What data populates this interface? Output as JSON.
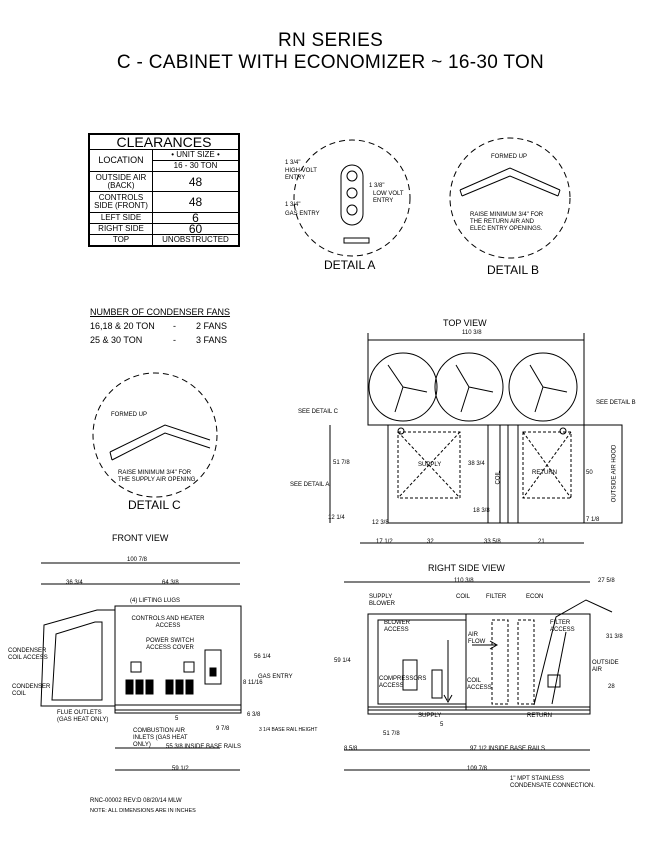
{
  "header": {
    "line1": "RN SERIES",
    "line2": "C - CABINET WITH ECONOMIZER  ~  16-30 TON"
  },
  "clearances": {
    "title": "CLEARANCES",
    "col_location": "LOCATION",
    "col_unit_size": "• UNIT SIZE •",
    "col_range": "16 - 30 TON",
    "rows": [
      {
        "location": "OUTSIDE AIR (BACK)",
        "value": "48"
      },
      {
        "location": "CONTROLS SIDE (FRONT)",
        "value": "48"
      },
      {
        "location": "LEFT SIDE",
        "value": "6"
      },
      {
        "location": "RIGHT SIDE",
        "value": "60"
      },
      {
        "location": "TOP",
        "value": "UNOBSTRUCTED"
      }
    ]
  },
  "detail_a": {
    "label": "DETAIL A",
    "high_volt": "HIGH VOLT ENTRY",
    "low_volt": "LOW VOLT ENTRY",
    "gas": "GAS ENTRY",
    "dim1": "1 3/4\"",
    "dim2": "1 3/8\"",
    "dim3": "1 3/4\""
  },
  "detail_b": {
    "label": "DETAIL B",
    "formed_up": "FORMED UP",
    "note": "RAISE MINIMUM 3/4\" FOR THE RETURN AIR AND ELEC ENTRY OPENINGS."
  },
  "detail_c": {
    "label": "DETAIL C",
    "formed_up": "FORMED UP",
    "note": "RAISE MINIMUM 3/4\" FOR THE SUPPLY AIR OPENING"
  },
  "condenser_fans": {
    "heading": "NUMBER OF CONDENSER FANS",
    "rows": [
      {
        "size": "16,18 & 20 TON",
        "dash": "-",
        "fans": "2 FANS"
      },
      {
        "size": "25 & 30 TON",
        "dash": "-",
        "fans": "3 FANS"
      }
    ]
  },
  "top_view": {
    "title": "TOP VIEW",
    "width": "110 3/8",
    "see_detail_c": "SEE DETAIL C",
    "see_detail_a": "SEE DETAIL A",
    "see_detail_b": "SEE DETAIL B",
    "supply": "SUPPLY",
    "return": "RETURN",
    "coil": "COIL",
    "outside_air_hood": "OUTSIDE AIR HOOD",
    "d51": "51 7/8",
    "d38": "38 3/4",
    "d50": "50",
    "d18": "18 3/8",
    "d12a": "12 1/4",
    "d12b": "12 3/8",
    "d7": "7 1/8",
    "d17": "17 1/2",
    "d32": "32",
    "d33": "33 5/8",
    "d21": "21"
  },
  "front_view": {
    "title": "FRONT VIEW",
    "width": "100 7/8",
    "d36": "36 3/4",
    "d64": "64 3/8",
    "lifting": "(4) LIFTING LUGS",
    "controls": "CONTROLS AND HEATER ACCESS",
    "power": "POWER SWITCH ACCESS COVER",
    "condenser_access": "CONDENSER COIL ACCESS",
    "condenser_coil": "CONDENSER COIL",
    "flue": "FLUE OUTLETS (GAS HEAT ONLY)",
    "combustion": "COMBUSTION AIR INLETS (GAS HEAT ONLY)",
    "gas_entry": "GAS ENTRY",
    "d56": "56 1/4",
    "d8": "8 11/16",
    "d5": "5",
    "d6": "6 3/8",
    "d9": "9 7/8",
    "base_hgt": "3 1/4 BASE RAIL HEIGHT",
    "inside": "55 3/8 INSIDE BASE RAILS",
    "d59": "59 1/2"
  },
  "right_view": {
    "title": "RIGHT SIDE VIEW",
    "width": "110 3/8",
    "d27": "27 5/8",
    "supply_blower": "SUPPLY BLOWER",
    "coil": "COIL",
    "filter": "FILTER",
    "econ": "ECON",
    "blower_access": "BLOWER ACCESS",
    "filter_access": "FILTER ACCESS",
    "air_flow": "AIR FLOW",
    "coil_access": "COIL ACCESS",
    "compressors": "COMPRESSORS ACCESS",
    "outside_air": "OUTSIDE AIR",
    "supply": "SUPPLY",
    "return": "RETURN",
    "d59": "59 1/4",
    "d31": "31 3/8",
    "d28": "28",
    "d51": "51 7/8",
    "d5": "5",
    "d8": "8 5/8",
    "inside": "97 1/2 INSIDE BASE RAILS",
    "d109": "109 7/8",
    "drain": "1\" MPT STAINLESS CONDENSATE CONNECTION."
  },
  "footer": {
    "ref": "RNC-00002  REV:D 08/20/14  MLW",
    "note": "NOTE: ALL DIMENSIONS ARE IN INCHES"
  }
}
